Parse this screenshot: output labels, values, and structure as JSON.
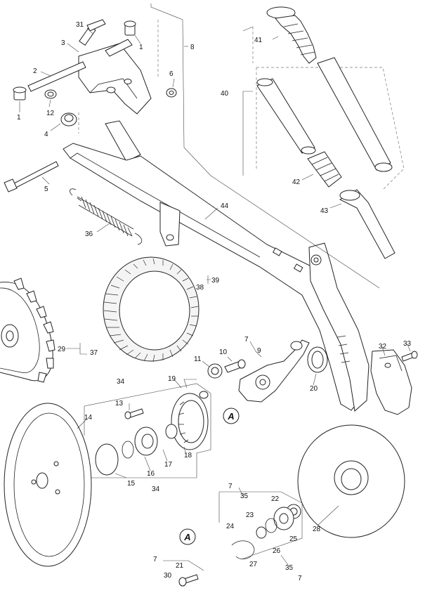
{
  "parts": {
    "p1a": "1",
    "p1b": "1",
    "p2": "2",
    "p3": "3",
    "p4": "4",
    "p5": "5",
    "p6": "6",
    "p7a": "7",
    "p7b": "7",
    "p7c": "7",
    "p7d": "7",
    "p8": "8",
    "p9": "9",
    "p10": "10",
    "p11": "11",
    "p12": "12",
    "p13": "13",
    "p14": "14",
    "p15": "15",
    "p16": "16",
    "p17": "17",
    "p18": "18",
    "p19": "19",
    "p20": "20",
    "p21": "21",
    "p22": "22",
    "p23": "23",
    "p24": "24",
    "p25": "25",
    "p26": "26",
    "p27": "27",
    "p28": "28",
    "p29": "29",
    "p30": "30",
    "p31": "31",
    "p32": "32",
    "p33": "33",
    "p34a": "34",
    "p34b": "34",
    "p35a": "35",
    "p35b": "35",
    "p36": "36",
    "p37": "37",
    "p38": "38",
    "p39": "39",
    "p40": "40",
    "p41": "41",
    "p42": "42",
    "p43": "43",
    "p44": "44"
  },
  "callouts": {
    "a1": "A",
    "a2": "A"
  }
}
